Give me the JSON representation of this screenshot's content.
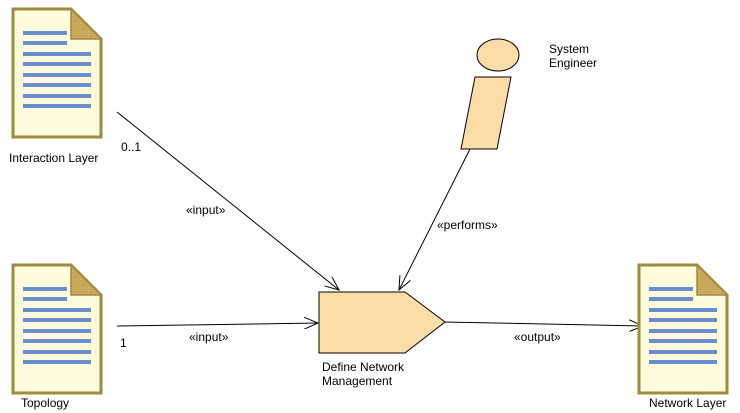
{
  "colors": {
    "artifact_fill": "#FFFBDD",
    "artifact_border": "#A08A3E",
    "artifact_fold": "#C8A85A",
    "artifact_lines": "#6A8CD0",
    "task_fill": "#FCDDA8",
    "line": "#000000"
  },
  "icons": {
    "artifact": "document-artifact-icon",
    "role": "role-stick-icon",
    "task": "task-pentagon-icon"
  },
  "nodes": {
    "interaction_layer": {
      "label": "Interaction Layer",
      "multiplicity": "0..1"
    },
    "topology": {
      "label": "Topology",
      "multiplicity": "1"
    },
    "system_engineer": {
      "label_line1": "System",
      "label_line2": "Engineer"
    },
    "define_network_management": {
      "label_line1": "Define Network",
      "label_line2": "Management"
    },
    "network_layer": {
      "label": "Network Layer"
    }
  },
  "edges": {
    "input_from_interaction_layer": "«input»",
    "input_from_topology": "«input»",
    "performs": "«performs»",
    "output": "«output»"
  }
}
